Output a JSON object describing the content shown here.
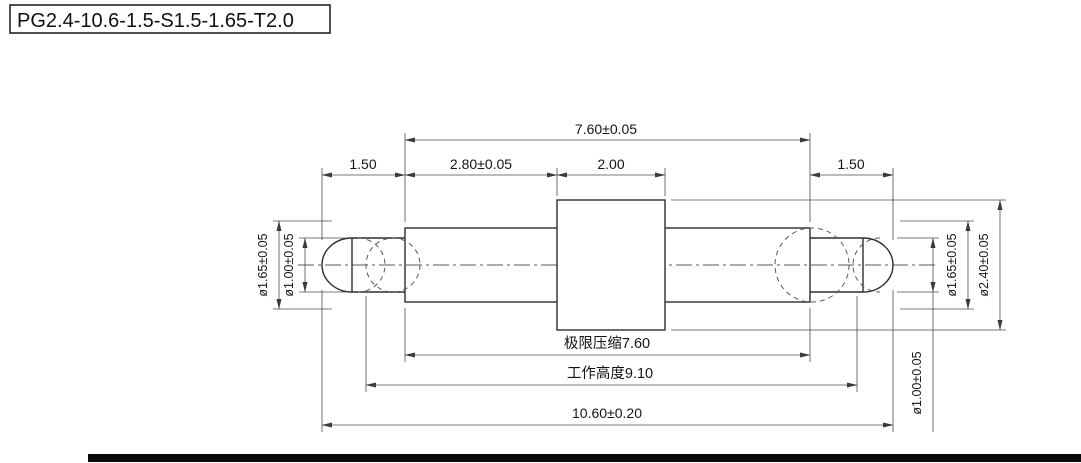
{
  "title_block": {
    "part_number": "PG2.4-10.6-1.5-S1.5-1.65-T2.0"
  },
  "dims": {
    "top_overall": "7.60±0.05",
    "left_tip_len": "1.50",
    "left_barrel_section": "2.80±0.05",
    "flange_width": "2.00",
    "right_tip_len": "1.50",
    "left_plunger_dia": "ø1.65±0.05",
    "left_tip_dia": "ø1.00±0.05",
    "right_tip_dia": "ø1.00±0.05",
    "right_plunger_dia": "ø1.65±0.05",
    "flange_dia": "ø2.40±0.05",
    "limit_compression": "极限压缩7.60",
    "working_height": "工作高度9.10",
    "overall_length": "10.60±0.20"
  }
}
